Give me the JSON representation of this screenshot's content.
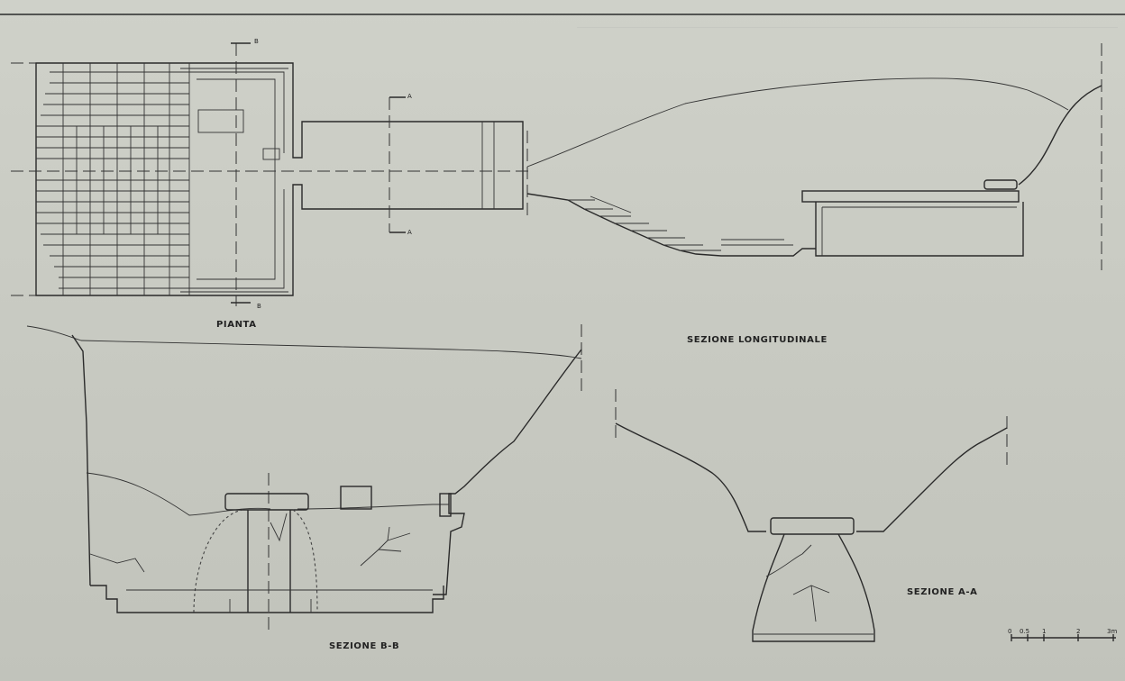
{
  "labels": {
    "plan": "PIANTA",
    "longitudinal_section": "SEZIONE LONGITUDINALE",
    "section_bb": "SEZIONE B-B",
    "section_aa": "SEZIONE A-A",
    "mark_a": "A",
    "mark_b": "B"
  },
  "scale_bar": {
    "ticks": [
      "0",
      "0.5",
      "1",
      "2",
      "3m"
    ]
  }
}
